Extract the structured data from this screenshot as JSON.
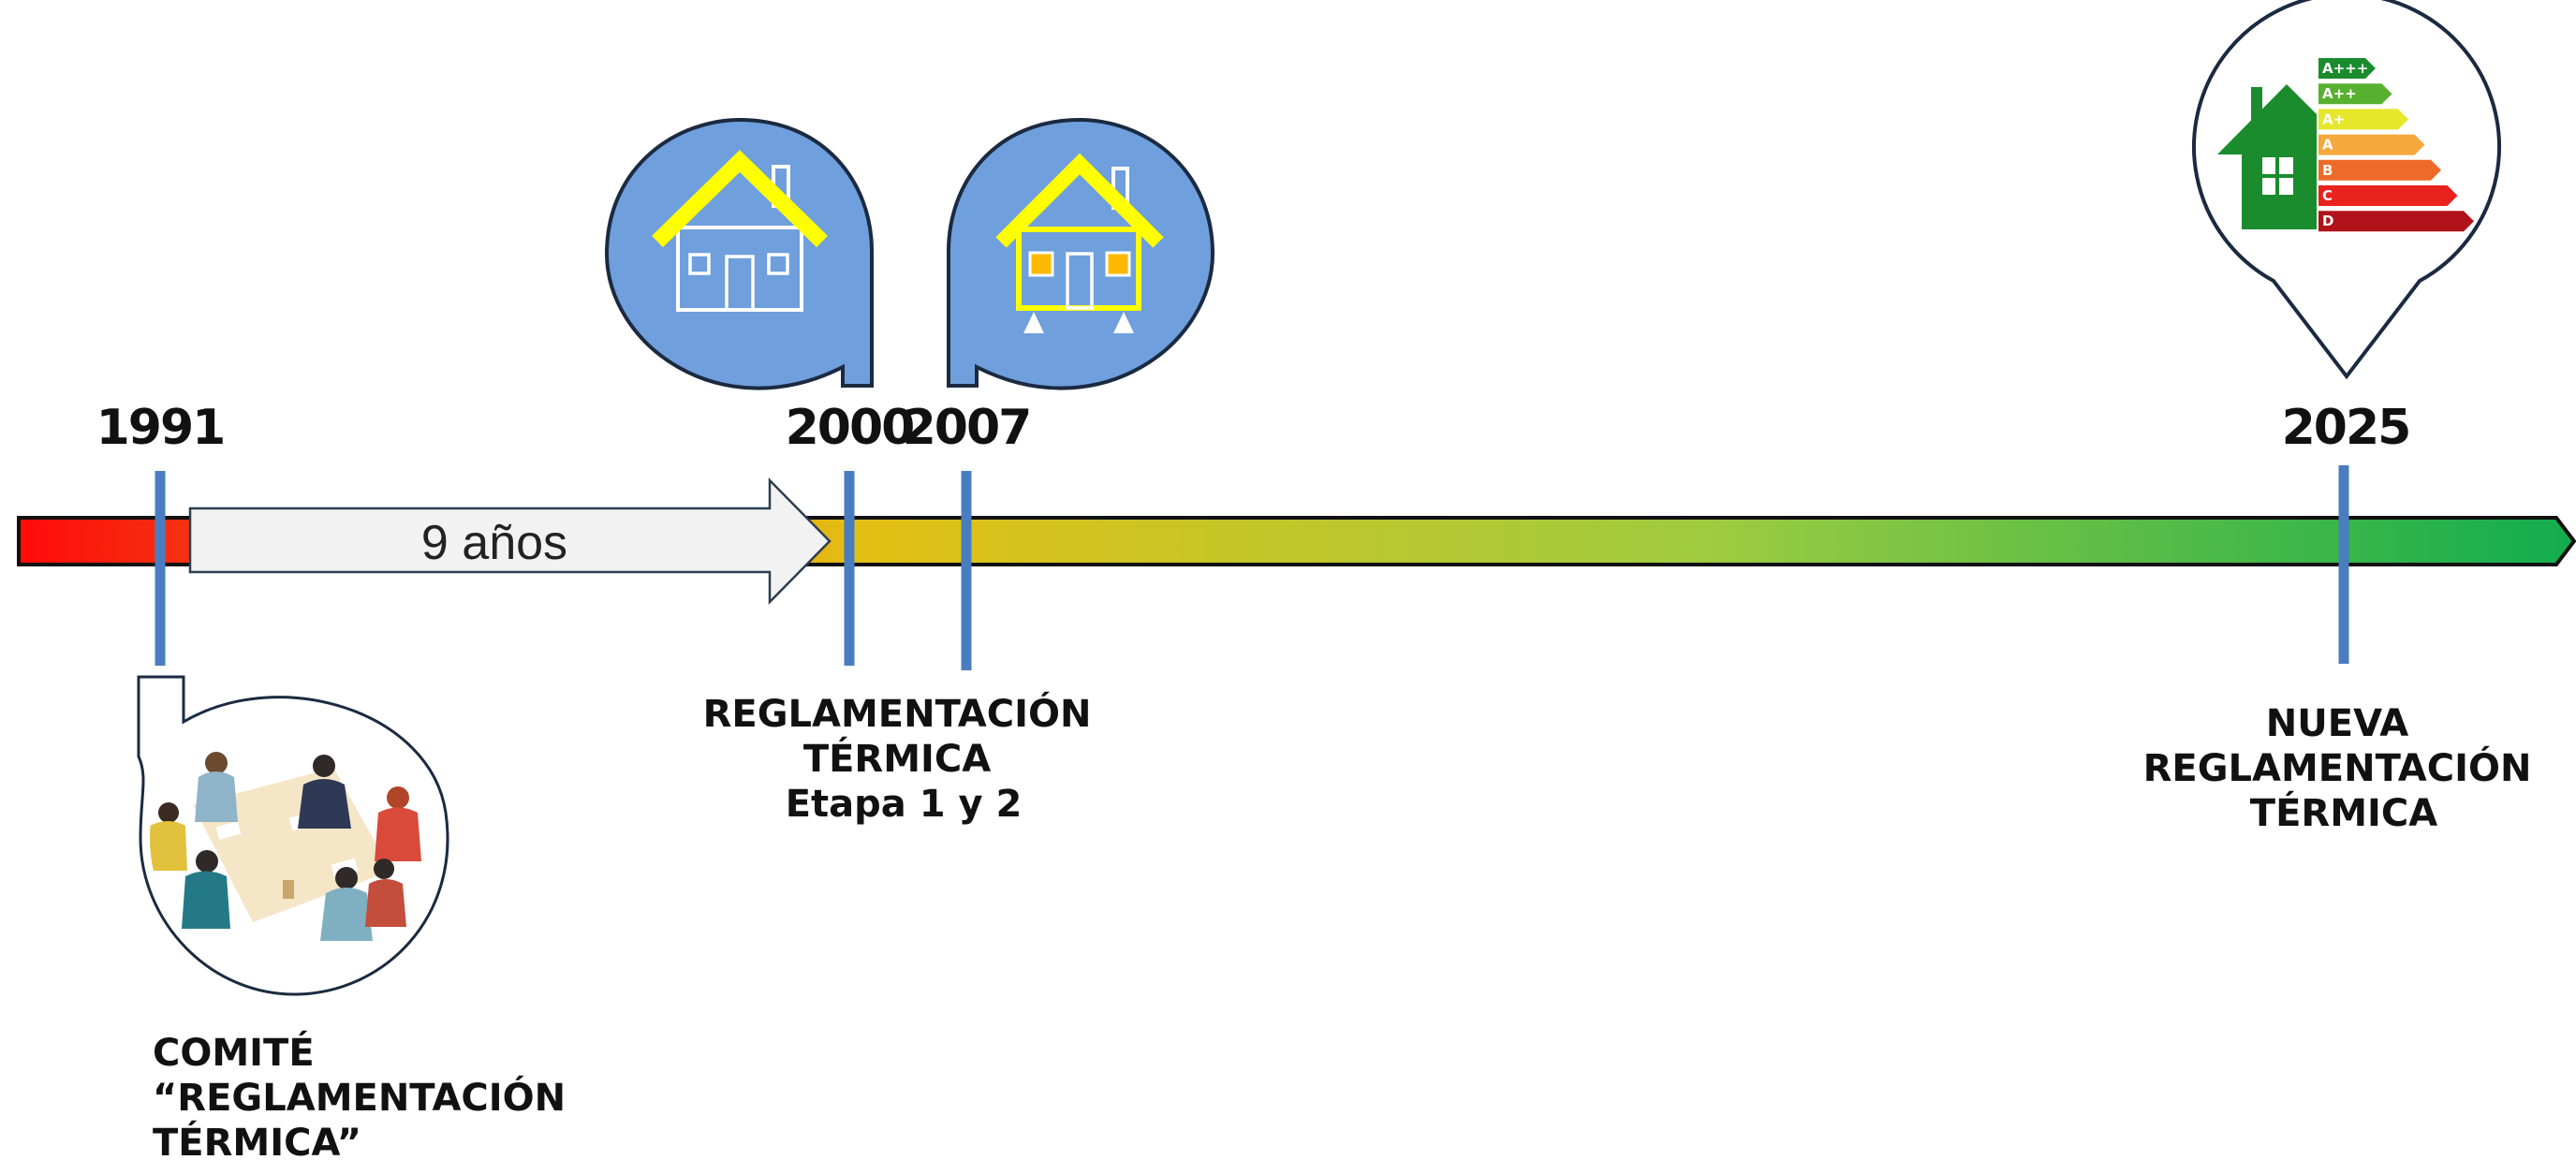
{
  "timeline": {
    "events": [
      {
        "year": "1991",
        "label_lines": [
          "COMITÉ",
          "“REGLAMENTACIÓN",
          "TÉRMICA”"
        ],
        "icon": "meeting-people-icon"
      },
      {
        "year": "2000",
        "label_lines": [
          "REGLAMENTACIÓN",
          "TÉRMICA",
          "Etapa 1 y 2"
        ],
        "icon": "house-outline-icon"
      },
      {
        "year": "2007",
        "icon": "house-insulated-icon"
      },
      {
        "year": "2025",
        "label_lines": [
          "NUEVA",
          "REGLAMENTACIÓN",
          "TÉRMICA"
        ],
        "icon": "energy-label-house-icon"
      }
    ],
    "span_arrow": {
      "label": "9 años"
    },
    "energy_ratings": [
      "A+++",
      "A++",
      "A+",
      "A",
      "B",
      "C",
      "D"
    ],
    "colors": {
      "bar_gradient": [
        "#ff0000",
        "#e8c010",
        "#a8c838",
        "#16b050"
      ],
      "marker": "#4a7dc0",
      "bubble": "#6f9fdc",
      "house_roof": "#ffff00",
      "rating_colors": [
        "#1a8c2e",
        "#58b030",
        "#e6e62a",
        "#f5a83c",
        "#ee6a28",
        "#e8221c",
        "#b0121a"
      ]
    }
  }
}
